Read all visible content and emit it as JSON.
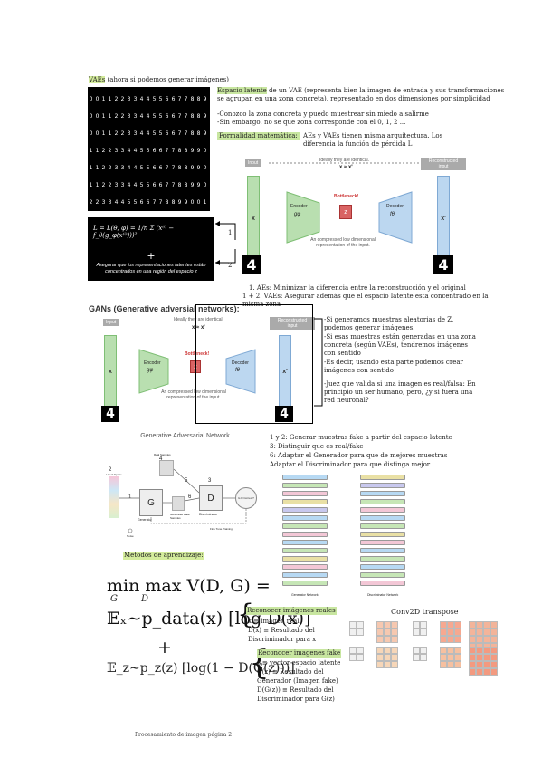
{
  "vae": {
    "heading_prefix": "VAEs",
    "heading_suffix": " (ahora si podemos generar imágenes)",
    "latent_label": "Espacio latente",
    "latent_desc": " de un VAE (representa bien la imagen de entrada y sus transformaciones se agrupan en una zona concreta), representado en dos dimensiones por simplicidad",
    "bullet1": "-Conozco la zona concreta y puedo muestrear sin miedo a salirme",
    "bullet2": "-Sin embargo, no se que zona corresponde con el 0, 1, 2 ...",
    "formal_label": "Formalidad matemática:",
    "formal_desc": "AEs y VAEs tienen misma arquitectura. Los diferencia la función de pérdida L",
    "loss_formula": "L = L(θ, φ) = 1/n Σ (x⁽ⁱ⁾ − f_θ(g_φ(x⁽ⁱ⁾)))²",
    "plus": "+",
    "regularization": "Asegurar que los representaciones latentes están concentrados en una región del espacio z",
    "num1": "1",
    "num2": "2",
    "note1": "1.  AEs: Minimizar la diferencia entre la reconstrucción y el original",
    "note2": "1 + 2. VAEs: Asegurar además que el espacio latente esta concentrado en la misma zona"
  },
  "ae_diagram": {
    "input": "Input",
    "identical": "Ideally they are identical.",
    "x_eq": "x ≈ x'",
    "recon": "Reconstructed input",
    "bottleneck": "Bottleneck!",
    "encoder": "Encoder",
    "encoder_sym": "gφ",
    "decoder": "Decoder",
    "decoder_sym": "fθ",
    "z": "z",
    "x": "x",
    "xp": "x'",
    "compressed": "An compressed low dimensional representation of the input.",
    "digit": "4"
  },
  "gans": {
    "heading": "GANs (Generative adversial networks):",
    "text1": "-Si generamos muestras aleatorias de Z, podemos generar imágenes.",
    "text2": "-Si esas muestras están generadas en una zona concreta (según VAEs), tendremos imágenes con sentido",
    "text3": "-Es decir, usando esta parte podemos crear imágenes con sentido",
    "text4": "-Juez que valida si una imagen es real/falsa: En principio un ser humano, pero, ¿y si fuera una red neuronal?",
    "gan_title": "Generative Adversarial Network",
    "steps1": "1 y 2: Generar muestras fake a partir del espacio latente",
    "steps2": "3: Distinguir que es real/fake",
    "steps3": "6: Adaptar el Generador para que de mejores muestras",
    "steps4": "Adaptar el Discriminador para que distinga mejor",
    "n1": "1",
    "n2": "2",
    "n3": "3",
    "n4": "4",
    "n5": "5",
    "n6": "6",
    "g": "G",
    "d": "D",
    "generator": "Generator",
    "discriminator": "Discriminator",
    "real_samples": "Real Samples",
    "latent_space": "Latent Space",
    "generated_fake": "Generated Fake Samples",
    "noise": "Noise",
    "is_d_correct": "Is D Correct?",
    "fine_tune": "Fine Tune Training",
    "gen_network": "Generator Network",
    "disc_network": "Discriminator Network"
  },
  "learning": {
    "heading": "Metodos de aprendizaje:",
    "minmax": "min max V(D, G) =",
    "min_sub": "G",
    "max_sub": "D",
    "term1": "𝔼ₓ∼p_data(x) [log D(x)]",
    "plus": "+",
    "term2": "𝔼_z∼p_z(z) [log(1 − D(G(z)))]",
    "real_label": "Reconocer imágenes reales",
    "real_l1": "x ≡ imagen real",
    "real_l2": "D(x) ≡ Resultado del",
    "real_l3": "Discriminador para x",
    "fake_label": "Reconocer imagenes fake",
    "fake_l1": "z ≡ vector espacio latente",
    "fake_l2": "G(z) ≡ Resultado del",
    "fake_l3": "Generador (Imagen fake)",
    "fake_l4": "D(G(z)) ≡ Resultado del",
    "fake_l5": "Discriminador para G(z)",
    "conv_title": "Conv2D transpose"
  },
  "footer": "Procesamiento de imagen página 2"
}
